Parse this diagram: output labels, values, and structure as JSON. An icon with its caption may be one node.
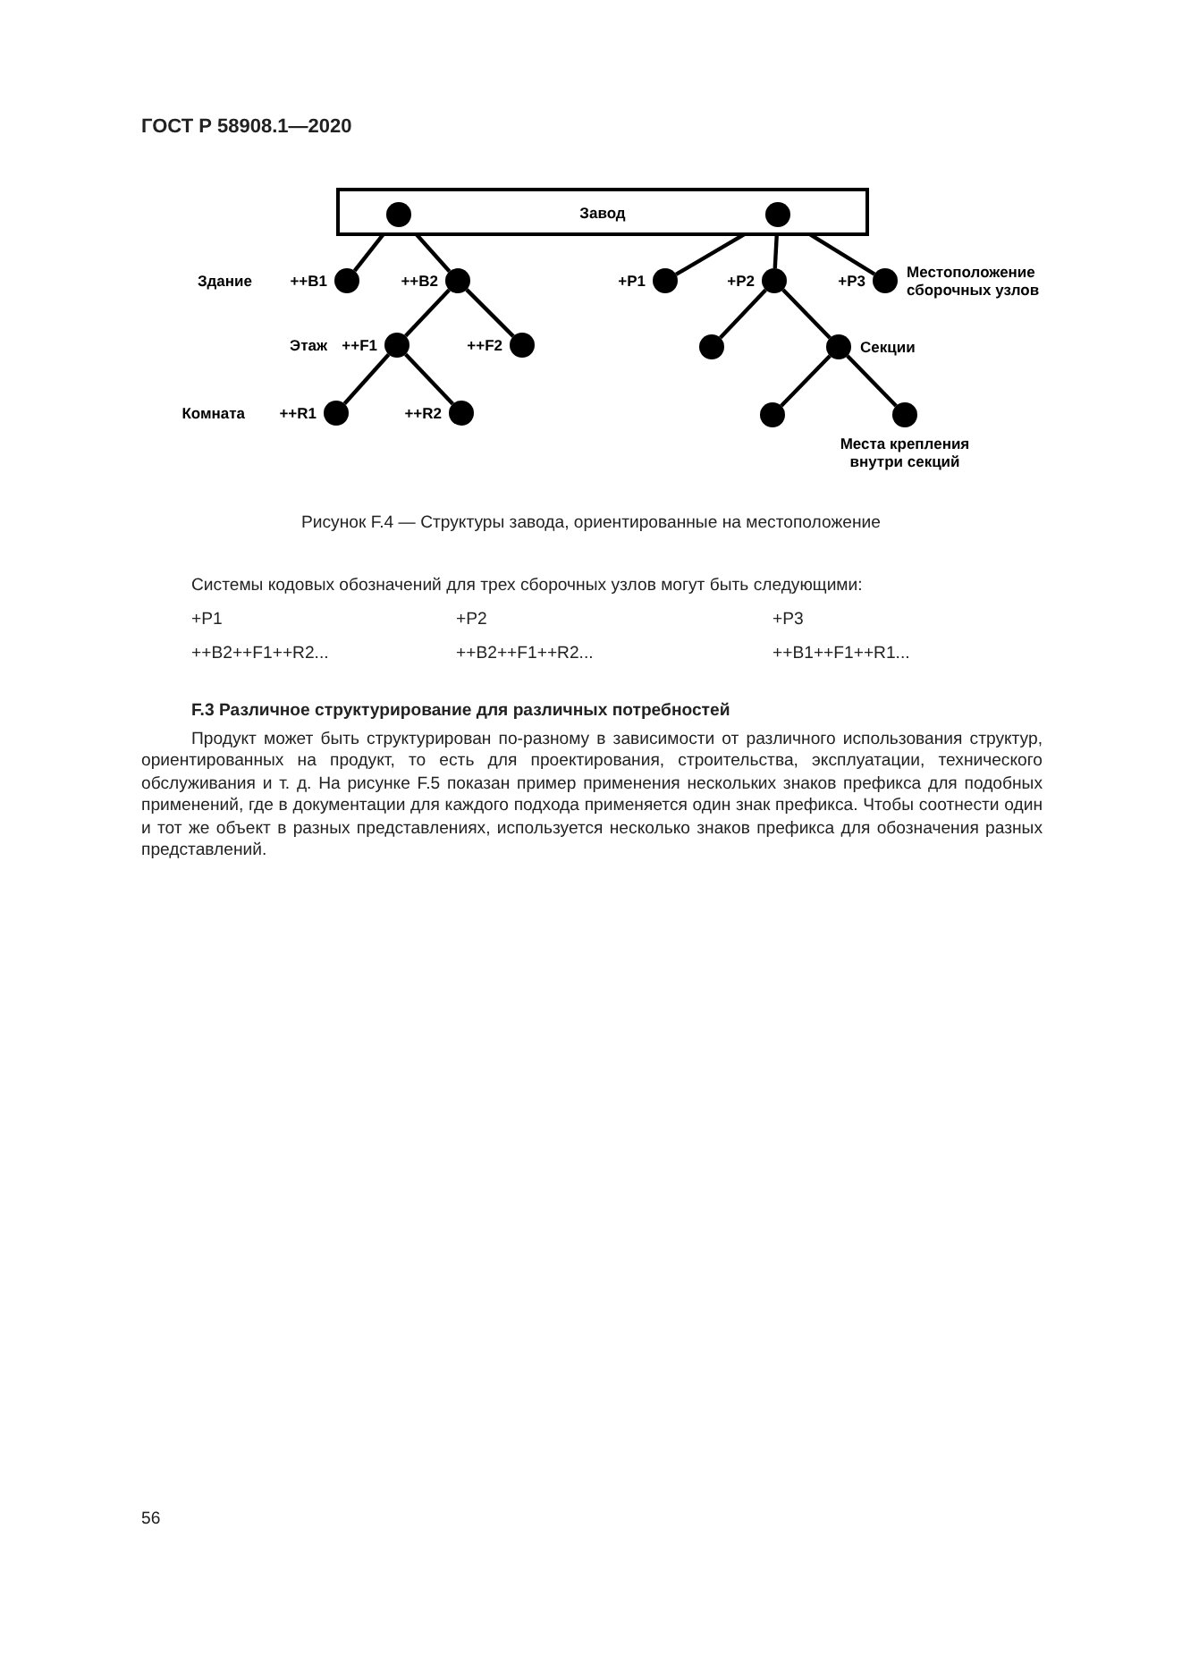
{
  "diagram": {
    "caption": "Рисунок F.4 — Структуры завода, ориентированные на местоположение",
    "nodes": [
      {
        "text": [
          "Завод"
        ]
      },
      {
        "text": [],
        "shape": "circle",
        "in": 0
      },
      {
        "text": [],
        "shape": "circle",
        "in": 0
      },
      {
        "text": [],
        "shape": "circle",
        "beside": [
          "Здание",
          "++B1"
        ]
      },
      {
        "text": [],
        "shape": "circle",
        "beside": [
          "++B2"
        ]
      },
      {
        "text": [],
        "shape": "circle",
        "beside": [
          "Этаж",
          "++F1"
        ]
      },
      {
        "text": [],
        "shape": "circle",
        "beside": [
          "++F2"
        ]
      },
      {
        "text": [],
        "shape": "circle",
        "beside": [
          "Комната",
          "++R1"
        ]
      },
      {
        "text": [],
        "shape": "circle",
        "beside": [
          "++R2"
        ]
      },
      {
        "text": [],
        "shape": "circle",
        "beside": [
          "+P1"
        ]
      },
      {
        "text": [],
        "shape": "circle",
        "beside": [
          "+P2"
        ]
      },
      {
        "text": [],
        "shape": "circle",
        "beside": [
          "+P3",
          "Местоположение сборочных узлов"
        ]
      },
      {
        "text": [],
        "shape": "circle"
      },
      {
        "text": [],
        "shape": "circle",
        "beside": [
          "Секции"
        ]
      },
      {
        "text": [],
        "shape": "circle"
      },
      {
        "text": [],
        "shape": "circle",
        "beside": [
          "Места крепления внутри секций"
        ]
      }
    ],
    "edges": [
      {
        "from": 1,
        "to": 3,
        "arrow": "none"
      },
      {
        "from": 1,
        "to": 4,
        "arrow": "none"
      },
      {
        "from": 4,
        "to": 5,
        "arrow": "none"
      },
      {
        "from": 4,
        "to": 6,
        "arrow": "none"
      },
      {
        "from": 5,
        "to": 7,
        "arrow": "none"
      },
      {
        "from": 5,
        "to": 8,
        "arrow": "none"
      },
      {
        "from": 2,
        "to": 9,
        "arrow": "none"
      },
      {
        "from": 2,
        "to": 10,
        "arrow": "none"
      },
      {
        "from": 2,
        "to": 11,
        "arrow": "none"
      },
      {
        "from": 10,
        "to": 12,
        "arrow": "none"
      },
      {
        "from": 10,
        "to": 13,
        "arrow": "none"
      },
      {
        "from": 13,
        "to": 14,
        "arrow": "none"
      },
      {
        "from": 13,
        "to": 15,
        "arrow": "none"
      }
    ],
    "labels": [
      "ГОСТ Р 58908.1—2020",
      "Системы кодовых обозначений для трех сборочных узлов могут быть следующими:",
      "+P1",
      "+P2",
      "+P3",
      "++B2++F1++R2...",
      "++B2++F1++R2...",
      "++B1++F1++R1...",
      "F.3 Различное структурирование для различных потребностей",
      "Продукт может быть структурирован по-разному в зависимости от различного использования структур, ориентированных на продукт, то есть для проектирования, строительства, эксплуатации, технического обслуживания и т. д. На рисунке F.5 показан пример применения нескольких знаков префикса для подобных применений, где в документации для каждого подхода применяется один знак префикса. Чтобы соотнести один и тот же объект в разных представлениях, используется несколько знаков префикса для обозначения разных представлений.",
      "56"
    ]
  }
}
